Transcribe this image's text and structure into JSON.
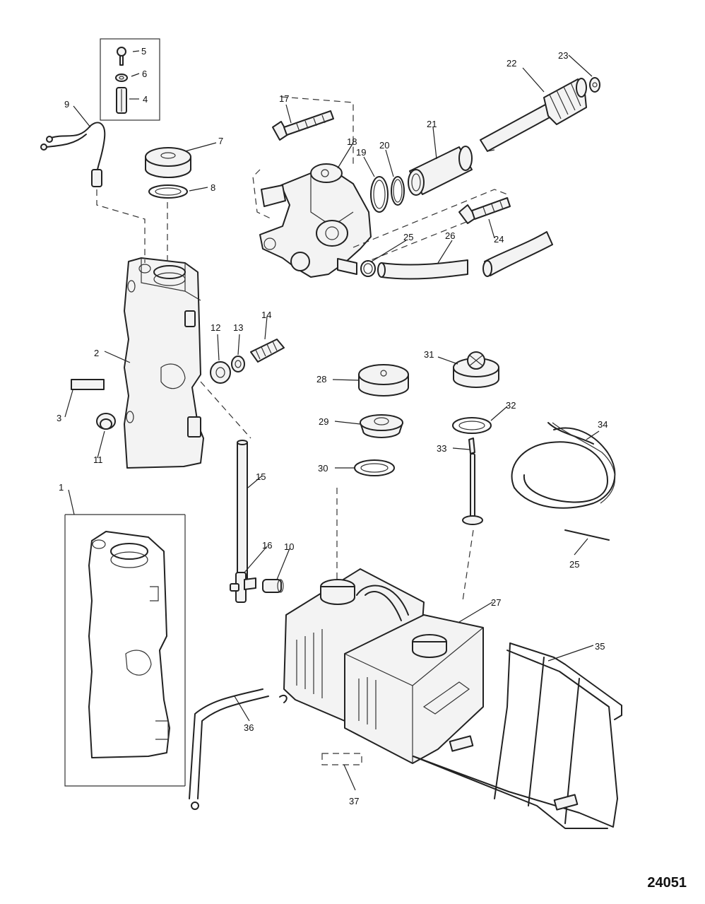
{
  "diagram": {
    "drawing_number": "24051",
    "callouts": [
      "1",
      "2",
      "3",
      "4",
      "5",
      "6",
      "7",
      "8",
      "9",
      "10",
      "11",
      "12",
      "13",
      "14",
      "15",
      "16",
      "17",
      "18",
      "19",
      "20",
      "21",
      "22",
      "23",
      "24",
      "25",
      "25",
      "26",
      "27",
      "28",
      "29",
      "30",
      "31",
      "32",
      "33",
      "34",
      "35",
      "36",
      "37"
    ]
  }
}
